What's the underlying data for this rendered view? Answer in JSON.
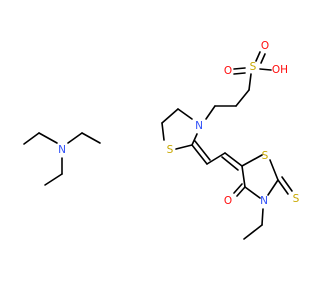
{
  "structure": {
    "amine": {
      "nitrogen": "N"
    },
    "thiazolidine": {
      "nitrogen": "N",
      "sulfur": "S"
    },
    "sulfonic_acid": {
      "sulfur": "S",
      "oxygen_top": "O",
      "oxygen_left": "O",
      "hydroxyl": "OH"
    },
    "rhodanine": {
      "ring_sulfur": "S",
      "thione_sulfur": "S",
      "nitrogen": "N",
      "carbonyl_oxygen": "O"
    }
  },
  "colors": {
    "bond": "#000000",
    "nitrogen": "#3050f8",
    "oxygen": "#ff0d0d",
    "sulfur": "#c8a800"
  }
}
